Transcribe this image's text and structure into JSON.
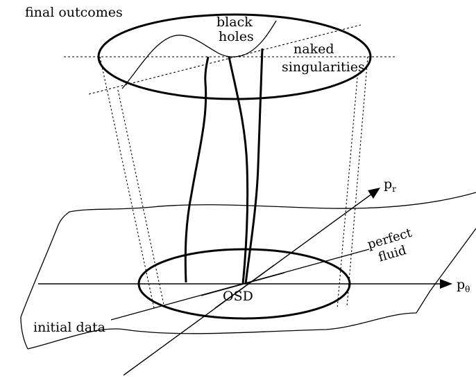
{
  "labels": {
    "final_outcomes": "final outcomes",
    "black": "black",
    "holes": "holes",
    "naked": "naked",
    "singularities": "singularities",
    "p_r_main": "p",
    "p_r_sub": "r",
    "p_theta_main": "p",
    "p_theta_sub": "θ",
    "perfect": "perfect",
    "fluid": "fluid",
    "osd": "OSD",
    "initial_data": "initial data"
  }
}
